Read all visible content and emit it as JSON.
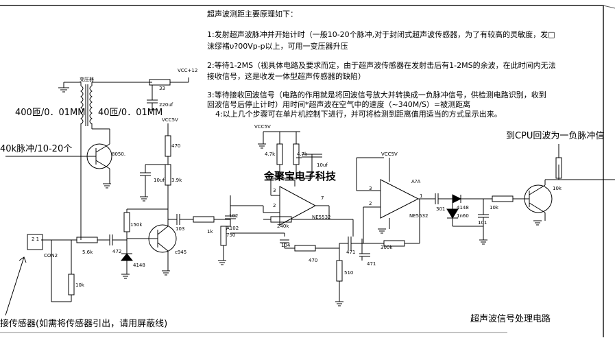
{
  "notes": {
    "title": "超声波测距主要原理如下：",
    "step1": "1:发射超声波脉冲并开始计时（一般10-20个脉冲,对于封闭式超声波传感器，为了有较高的灵敏度，发□",
    "step1_cont": "沫缪褚υ?00Vp-p以上，可用一变压器升压",
    "step2": "2:等待1-2MS（视具体电路及要求而定，由于超声波传感器在发射击后有1-2MS的余波，在此时间内无法",
    "step2_cont": "接收信号，这是收发一体型超声传感器的缺陷）",
    "step3": "3:等待接收回波信号（电路的作用就是将回波信号放大并转换成一负脉冲信号，供检测电路识别，收到",
    "step3_cont": "回波信号后停止计时）用时间*超声波在空气中的速度（~340M/S）=被测距离",
    "step4": "4:以上几个步骤可在单片机控制下进行，并可将检测到距离值用适当的方式显示出来。"
  },
  "labels": {
    "cpu": "到CPU回波为一负脉冲信",
    "transformer_left": "400匝/0．01MM",
    "transformer_right": "40匝/0．01MM",
    "pulse_input": "40k脉冲/10-20个",
    "sensor": "接传感器(如需将传感器引出，请用屏蔽线)",
    "circuit_title": "超声波信号处理电路",
    "brand": "金聚宝电子科技"
  },
  "components": {
    "transformer": "变压器",
    "vcc12": "VCC+12",
    "r33": "33",
    "c220": "220uf",
    "vcc": "VCC5V",
    "r470_top": "470",
    "q8050": "8050.",
    "c10uf": "10uf",
    "r39k": "3.9k",
    "r150k": "150k",
    "c103": "103",
    "r56k": "5.6k",
    "c472": "472",
    "d4148": "4148",
    "qc945": "c945",
    "con2": "CON2",
    "con2_pins": "2  1",
    "r10k": "10k",
    "r1k": "1k",
    "c102": "102",
    "a102": "A102",
    "r750": "750",
    "r47k": "4.7k",
    "r240k": "240k",
    "ne5532": "NE5532",
    "c104": "104",
    "r470_bottom": "470",
    "r510": "510",
    "c471": "471",
    "r300k": "300k",
    "c301": "301",
    "d1n60": "1n60",
    "c101": "101",
    "pin1": "1",
    "pin2": "2",
    "pin3": "3",
    "pin7": "7",
    "u2a": "A?A"
  }
}
